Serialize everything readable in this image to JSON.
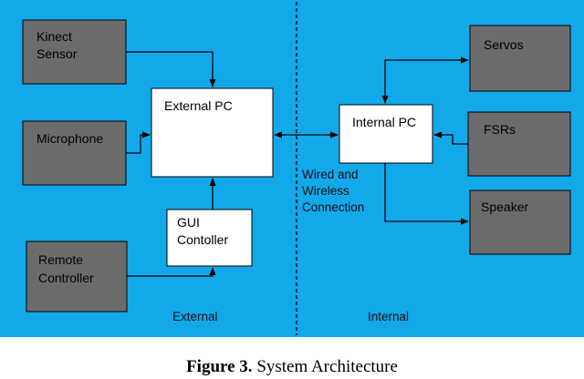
{
  "diagram": {
    "colors": {
      "background": "#12a8ea",
      "gray_box": "#6b6b6b",
      "white_box": "#ffffff",
      "line": "#000000"
    },
    "nodes": {
      "kinect": [
        "Kinect",
        "Sensor"
      ],
      "microphone": [
        "Microphone"
      ],
      "remote": [
        "Remote",
        "Controller"
      ],
      "external_pc": [
        "External PC"
      ],
      "gui": [
        "GUI",
        "Contoller"
      ],
      "internal_pc": [
        "Internal PC"
      ],
      "servos": [
        "Servos"
      ],
      "fsrs": [
        "FSRs"
      ],
      "speaker": [
        "Speaker"
      ]
    },
    "connection_label": [
      "Wired and",
      "Wireless",
      "Connection"
    ],
    "region_labels": {
      "external": "External",
      "internal": "Internal"
    }
  },
  "caption": {
    "figure": "Figure 3.",
    "text": " System Architecture"
  }
}
